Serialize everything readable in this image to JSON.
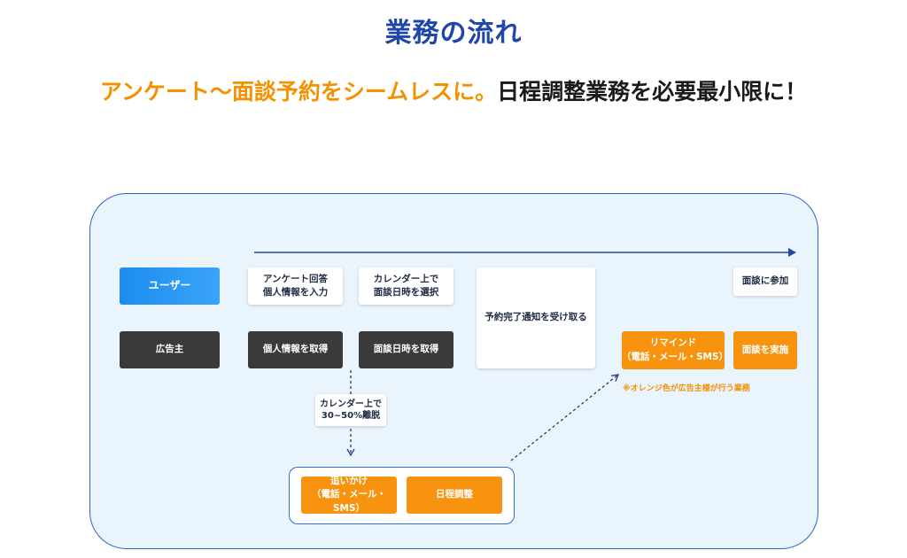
{
  "title": "業務の流れ",
  "subtitle": {
    "highlight": "アンケート〜面談予約をシームレスに。",
    "rest": "日程調整業務を必要最小限に！"
  },
  "diagram": {
    "user_label": "ユーザー",
    "advertiser_label": "広告主",
    "user_steps": {
      "survey": "アンケート回答\n個人情報を入力",
      "calendar_select": "カレンダー上で\n面談日時を選択",
      "notification": "予約完了通知を受け取る",
      "attend": "面談に参加"
    },
    "advertiser_steps": {
      "get_info": "個人情報を取得",
      "get_datetime": "面談日時を取得",
      "reminder": "リマインド\n（電話・メール・SMS）",
      "conduct": "面談を実施"
    },
    "dropout_note": "カレンダー上で\n30~50%離脱",
    "orange_note": "※オレンジ色が広告主様が行う業務",
    "followup": {
      "chase": "追いかけ\n（電話・メール・SMS）",
      "schedule": "日程調整"
    }
  },
  "colors": {
    "title": "#1f46a8",
    "accent_orange": "#f39200",
    "panel_border": "#2f62c9",
    "panel_bg": "#eaf4fd",
    "user_blue": "#1c8cf0",
    "advertiser_dark": "#3a3a3a"
  }
}
